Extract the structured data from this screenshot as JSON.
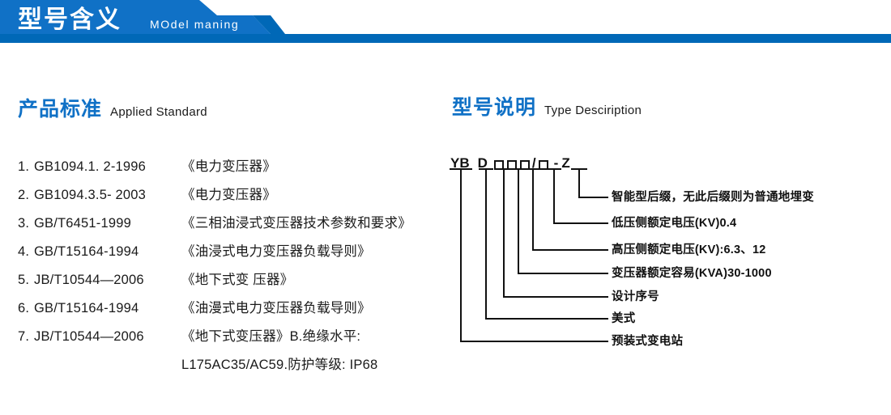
{
  "banner": {
    "title": "型号含义",
    "subtitle": "MOdel maning",
    "color_dark": "#1071c6",
    "color_bar": "#0068b7"
  },
  "sections": {
    "left": {
      "title_cn": "产品标准",
      "title_en": "Applied Standard"
    },
    "right": {
      "title_cn": "型号说明",
      "title_en": "Type Desciription"
    }
  },
  "standards": [
    {
      "index": "1.",
      "code": "GB1094.1. 2-1996",
      "name": "《电力变压器》"
    },
    {
      "index": "2.",
      "code": "GB1094.3.5- 2003",
      "name": "《电力变压器》"
    },
    {
      "index": "3.",
      "code": "GB/T6451-1999",
      "name": "《三相油浸式变压器技术参数和要求》"
    },
    {
      "index": "4.",
      "code": "GB/T15164-1994",
      "name": "《油浸式电力变压器负载导则》"
    },
    {
      "index": "5.",
      "code": "JB/T10544—2006",
      "name": "《地下式变 压器》"
    },
    {
      "index": "6.",
      "code": "GB/T15164-1994",
      "name": "《油漫式电力变压器负载导则》"
    },
    {
      "index": "7.",
      "code": "JB/T10544—2006",
      "name": "《地下式变压器》B.绝缘水平:"
    }
  ],
  "standards_continuation": "L175AC35/AC59.防护等级: IP68",
  "type_code": {
    "segments": [
      "YB",
      "D",
      "□",
      "□",
      "□",
      "/",
      "□",
      "-",
      "Z"
    ],
    "text": "YB D □□□/□ - Z"
  },
  "legend": [
    {
      "label": "智能型后缀，无此后缀则为普通地埋变"
    },
    {
      "label": "低压侧额定电压(KV)0.4"
    },
    {
      "label": "高压侧额定电压(KV):6.3、12"
    },
    {
      "label": "变压器额定容易(KVA)30-1000"
    },
    {
      "label": "设计序号"
    },
    {
      "label": "美式"
    },
    {
      "label": "预装式变电站"
    }
  ]
}
